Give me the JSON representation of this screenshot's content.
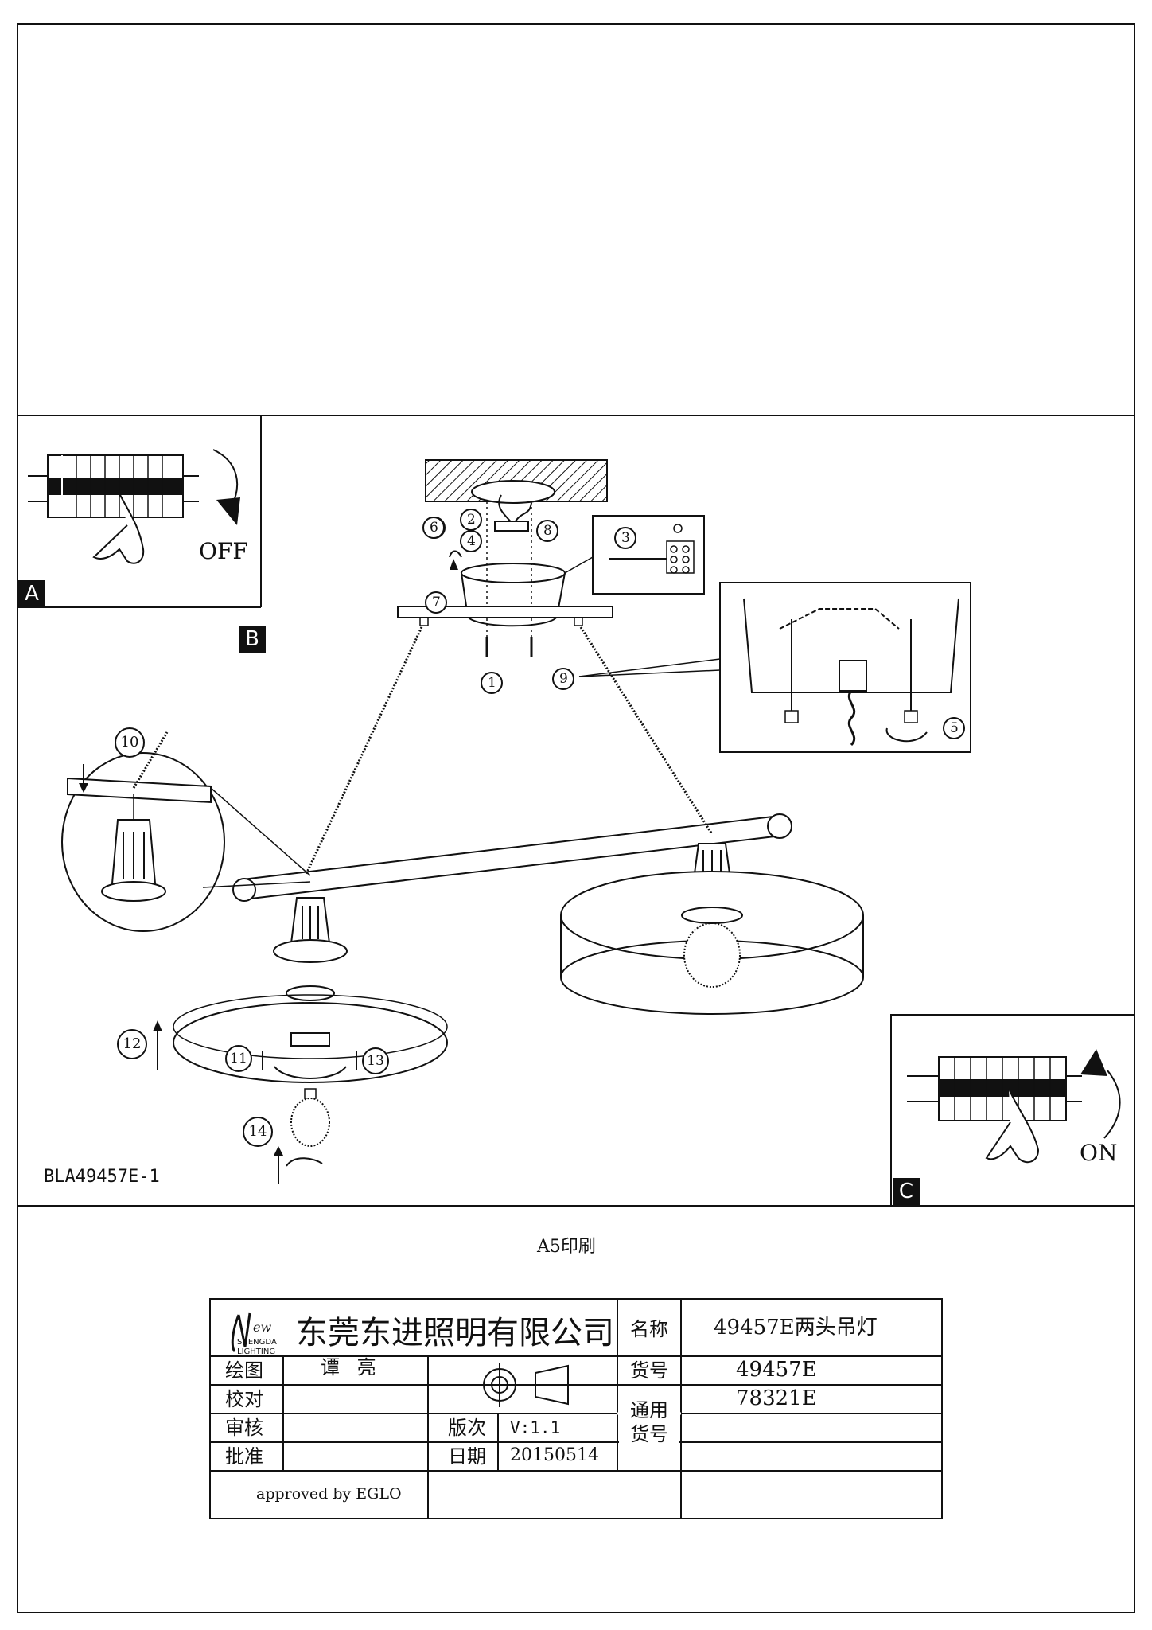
{
  "panels": {
    "a": {
      "label": "A",
      "switch_text": "OFF"
    },
    "b": {
      "label": "B"
    },
    "c": {
      "label": "C",
      "switch_text": "ON"
    }
  },
  "steps": [
    "1",
    "2",
    "3",
    "4",
    "5",
    "6",
    "7",
    "8",
    "9",
    "10",
    "11",
    "12",
    "13",
    "14"
  ],
  "drawing_code": "BLA49457E-1",
  "print_note": "A5印刷",
  "title_block": {
    "logo_text": [
      "ew",
      "SHENGDA",
      "LIGHTING"
    ],
    "company": "东莞东进照明有限公司",
    "name_label": "名称",
    "name_value": "49457E两头吊灯",
    "drawn_label": "绘图",
    "drawn_value": "谭 亮",
    "check_label": "校对",
    "review_label": "审核",
    "approve_label": "批准",
    "item_label": "货号",
    "item_value": "49457E",
    "general_label_1": "通用",
    "general_label_2": "货号",
    "general_value": "78321E",
    "version_label": "版次",
    "version_value": "V:1.1",
    "date_label": "日期",
    "date_value": "20150514",
    "approved_note": "approved by EGLO"
  }
}
